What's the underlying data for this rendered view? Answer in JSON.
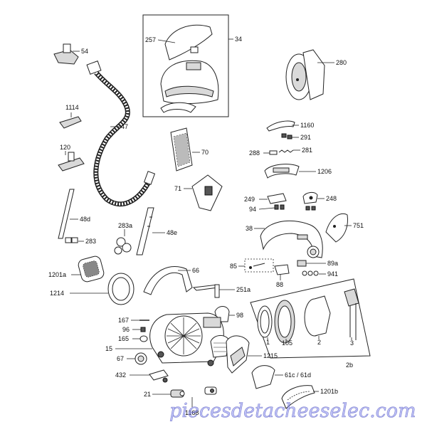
{
  "diagram": {
    "labels": {
      "p54": "54",
      "p47": "47",
      "p1114": "1114",
      "p120": "120",
      "p48d": "48d",
      "p283": "283",
      "p283a": "283a",
      "p48e": "48e",
      "p257": "257",
      "p34": "34",
      "p70": "70",
      "p71": "71",
      "p280": "280",
      "p1160": "1160",
      "p291": "291",
      "p288": "288",
      "p281": "281",
      "p1206": "1206",
      "p249": "249",
      "p248": "248",
      "p94": "94",
      "p38": "38",
      "p751": "751",
      "p85": "85",
      "p88": "88",
      "p89a": "89a",
      "p941": "941",
      "p1201a": "1201a",
      "p1214": "1214",
      "p66": "66",
      "p251a": "251a",
      "p98": "98",
      "p167": "167",
      "p96": "96",
      "p165": "165",
      "p15": "15",
      "p67": "67",
      "p432": "432",
      "p21": "21",
      "p1168": "1168",
      "p1": "1",
      "p105": "105",
      "p2": "2",
      "p3": "3",
      "p1215": "1215",
      "p2b": "2b",
      "p61c": "61c / 61d",
      "p1201b": "1201b"
    },
    "watermark": "piecesdetacheeselec.com"
  }
}
